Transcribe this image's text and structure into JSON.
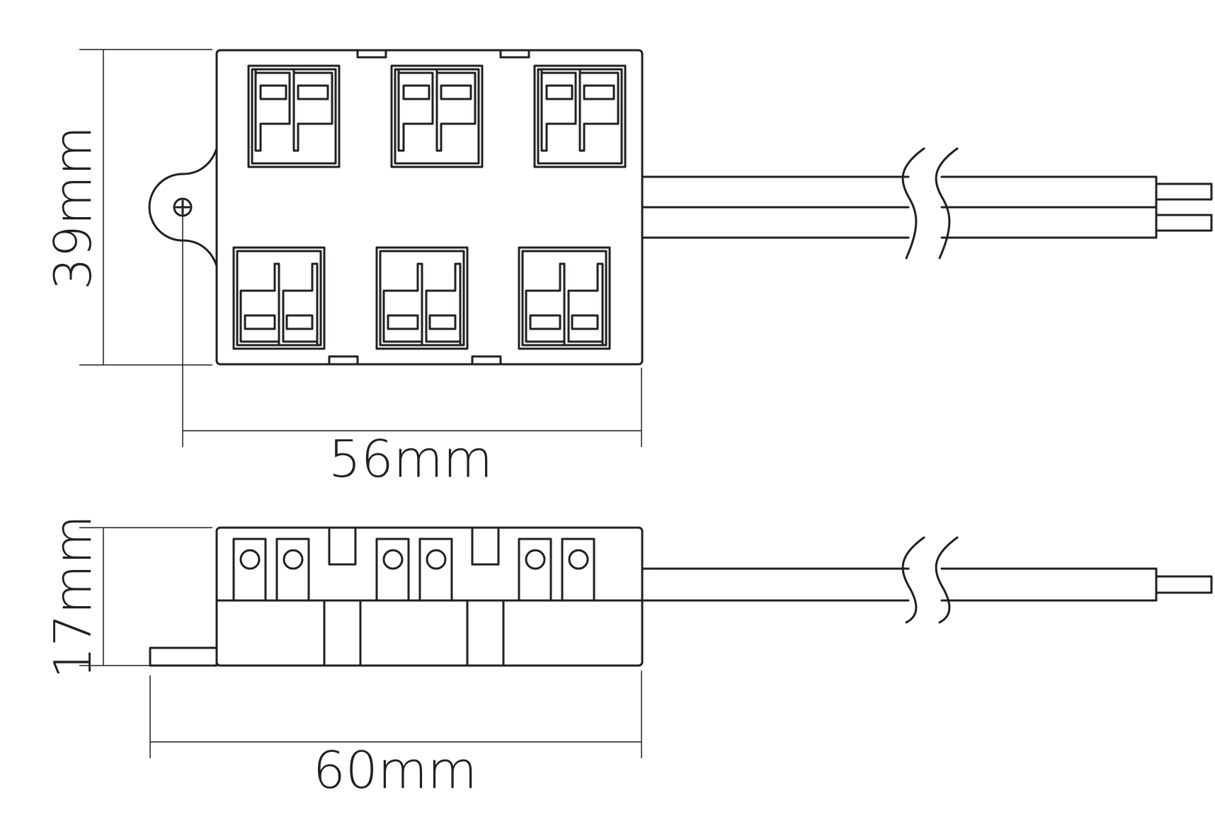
{
  "diagram": {
    "top_view": {
      "height_label": "39mm",
      "width_label": "56mm"
    },
    "side_view": {
      "height_label": "17mm",
      "width_label": "60mm"
    }
  },
  "colors": {
    "line": "#231f20",
    "background": "#ffffff"
  }
}
